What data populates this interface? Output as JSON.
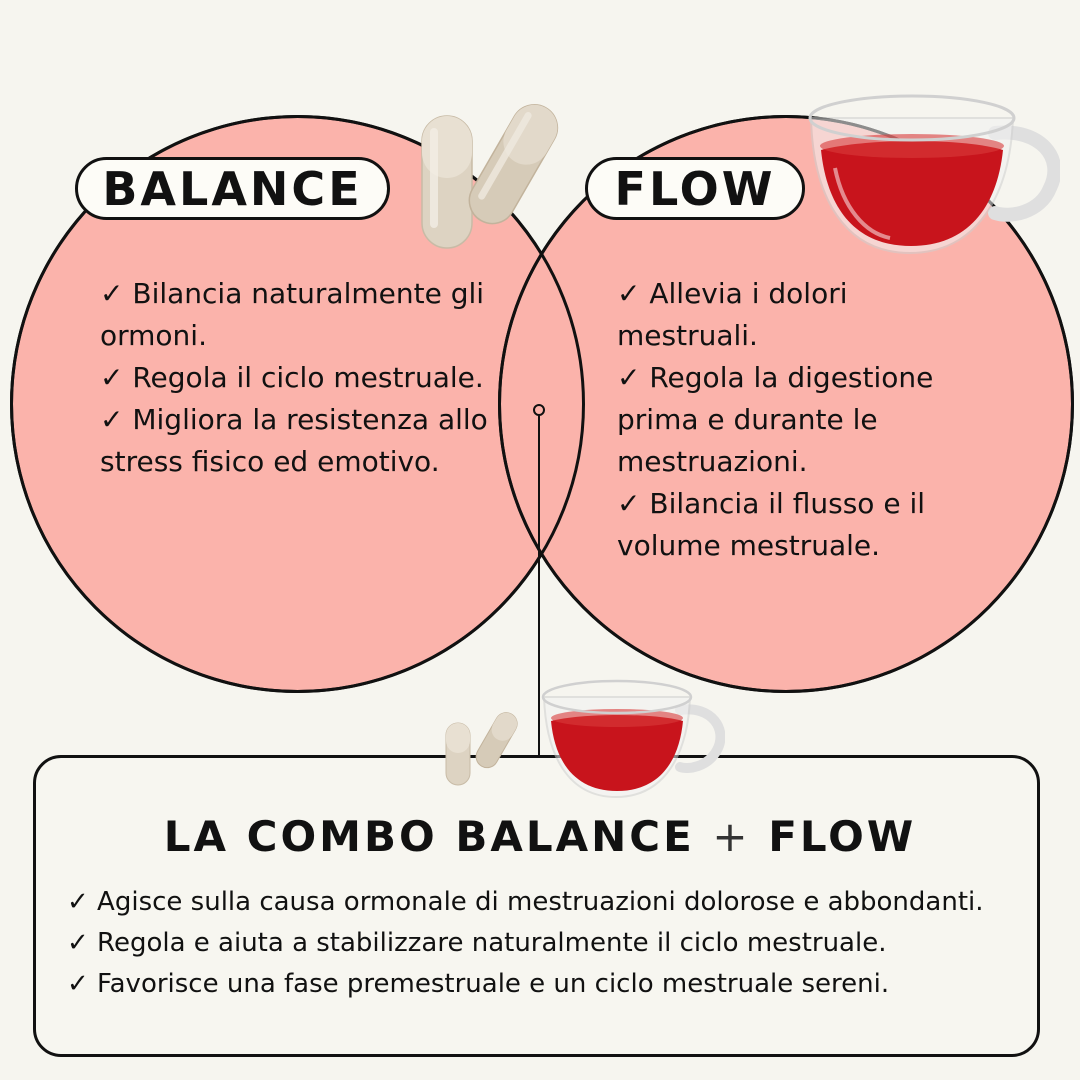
{
  "balance": {
    "title": "BALANCE",
    "items": [
      "✓ Bilancia naturalmente gli ormoni.",
      "✓ Regola il ciclo mestruale.",
      "✓ Migliora la resistenza allo stress fisico ed emotivo."
    ]
  },
  "flow": {
    "title": "FLOW",
    "items": [
      "✓ Allevia i dolori mestruali.",
      "✓ Regola la digestione prima e durante le mestruazioni.",
      "✓ Bilancia il flusso e il volume mestruale."
    ]
  },
  "combo": {
    "title_left": "LA COMBO BALANCE",
    "title_plus": "+",
    "title_right": "FLOW",
    "items": [
      "✓ Agisce sulla causa ormonale di mestruazioni dolorose e abbondanti.",
      "✓ Regola e aiuta a stabilizzare naturalmente il ciclo mestruale.",
      "✓ Favorisce una fase premestruale e un ciclo mestruale sereni."
    ]
  },
  "colors": {
    "circle_fill": "#fbb3ab",
    "tea": "#c8141c",
    "background": "#f6f5ef",
    "capsule": "#ddd3c2"
  },
  "icons": [
    "capsule-icon",
    "tea-cup-icon"
  ]
}
